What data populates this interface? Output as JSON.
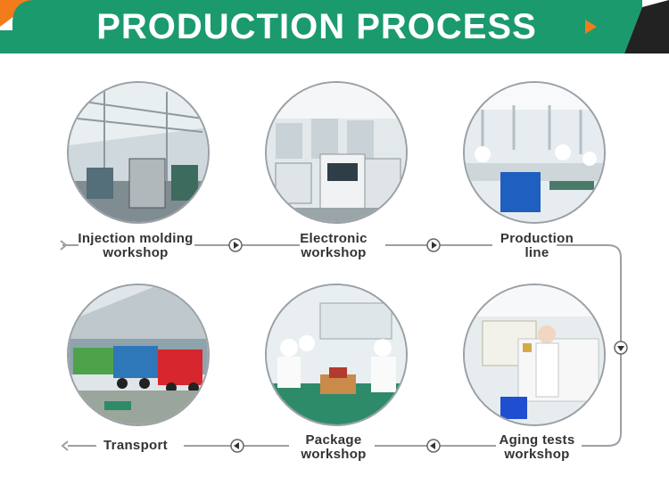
{
  "banner": {
    "title": "PRODUCTION PROCESS",
    "bg_color": "#1b9a6e",
    "accent_color": "#f27c1b"
  },
  "steps": [
    {
      "label": "Injection molding\nworkshop",
      "photo_icon": "factory-hall"
    },
    {
      "label": "Electronic\nworkshop",
      "photo_icon": "smt-machine"
    },
    {
      "label": "Production\nline",
      "photo_icon": "assembly-line"
    },
    {
      "label": "Aging tests\nworkshop",
      "photo_icon": "aging-rack"
    },
    {
      "label": "Package\nworkshop",
      "photo_icon": "packing-table"
    },
    {
      "label": "Transport",
      "photo_icon": "truck-loading"
    }
  ],
  "colors": {
    "line": "#9aa0a6",
    "text": "#333333"
  }
}
